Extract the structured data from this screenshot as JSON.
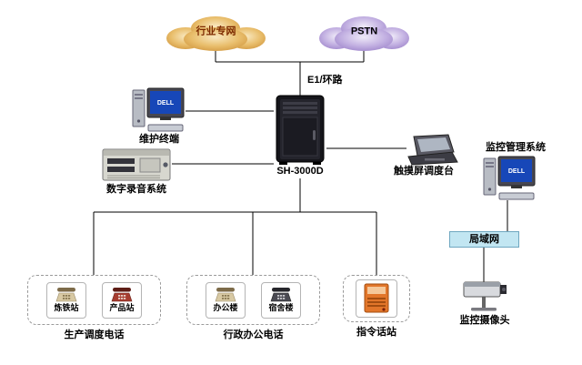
{
  "diagram": {
    "clouds": {
      "industry_network": "行业专网",
      "pstn": "PSTN"
    },
    "edge_labels": {
      "e1_loop": "E1/环路"
    },
    "screen_brand": "DELL",
    "nodes": {
      "server": "SH-3000D",
      "maintenance_terminal": "维护终端",
      "recording_system": "数字录音系统",
      "touchscreen_console": "触摸屏调度台",
      "monitoring_system": "监控管理系统",
      "lan": "局域网",
      "camera": "监控摄像头",
      "command_station": "指令话站"
    },
    "groups": {
      "production_phones": {
        "label": "生产调度电话",
        "items": [
          "炼铁站",
          "产品站"
        ]
      },
      "admin_phones": {
        "label": "行政办公电话",
        "items": [
          "办公楼",
          "宿舍楼"
        ]
      }
    },
    "colors": {
      "industry_cloud": "#E0A84F",
      "pstn_cloud": "#B5A0DC",
      "lan_fill": "#C2E6F2",
      "connector": "#000000"
    }
  }
}
